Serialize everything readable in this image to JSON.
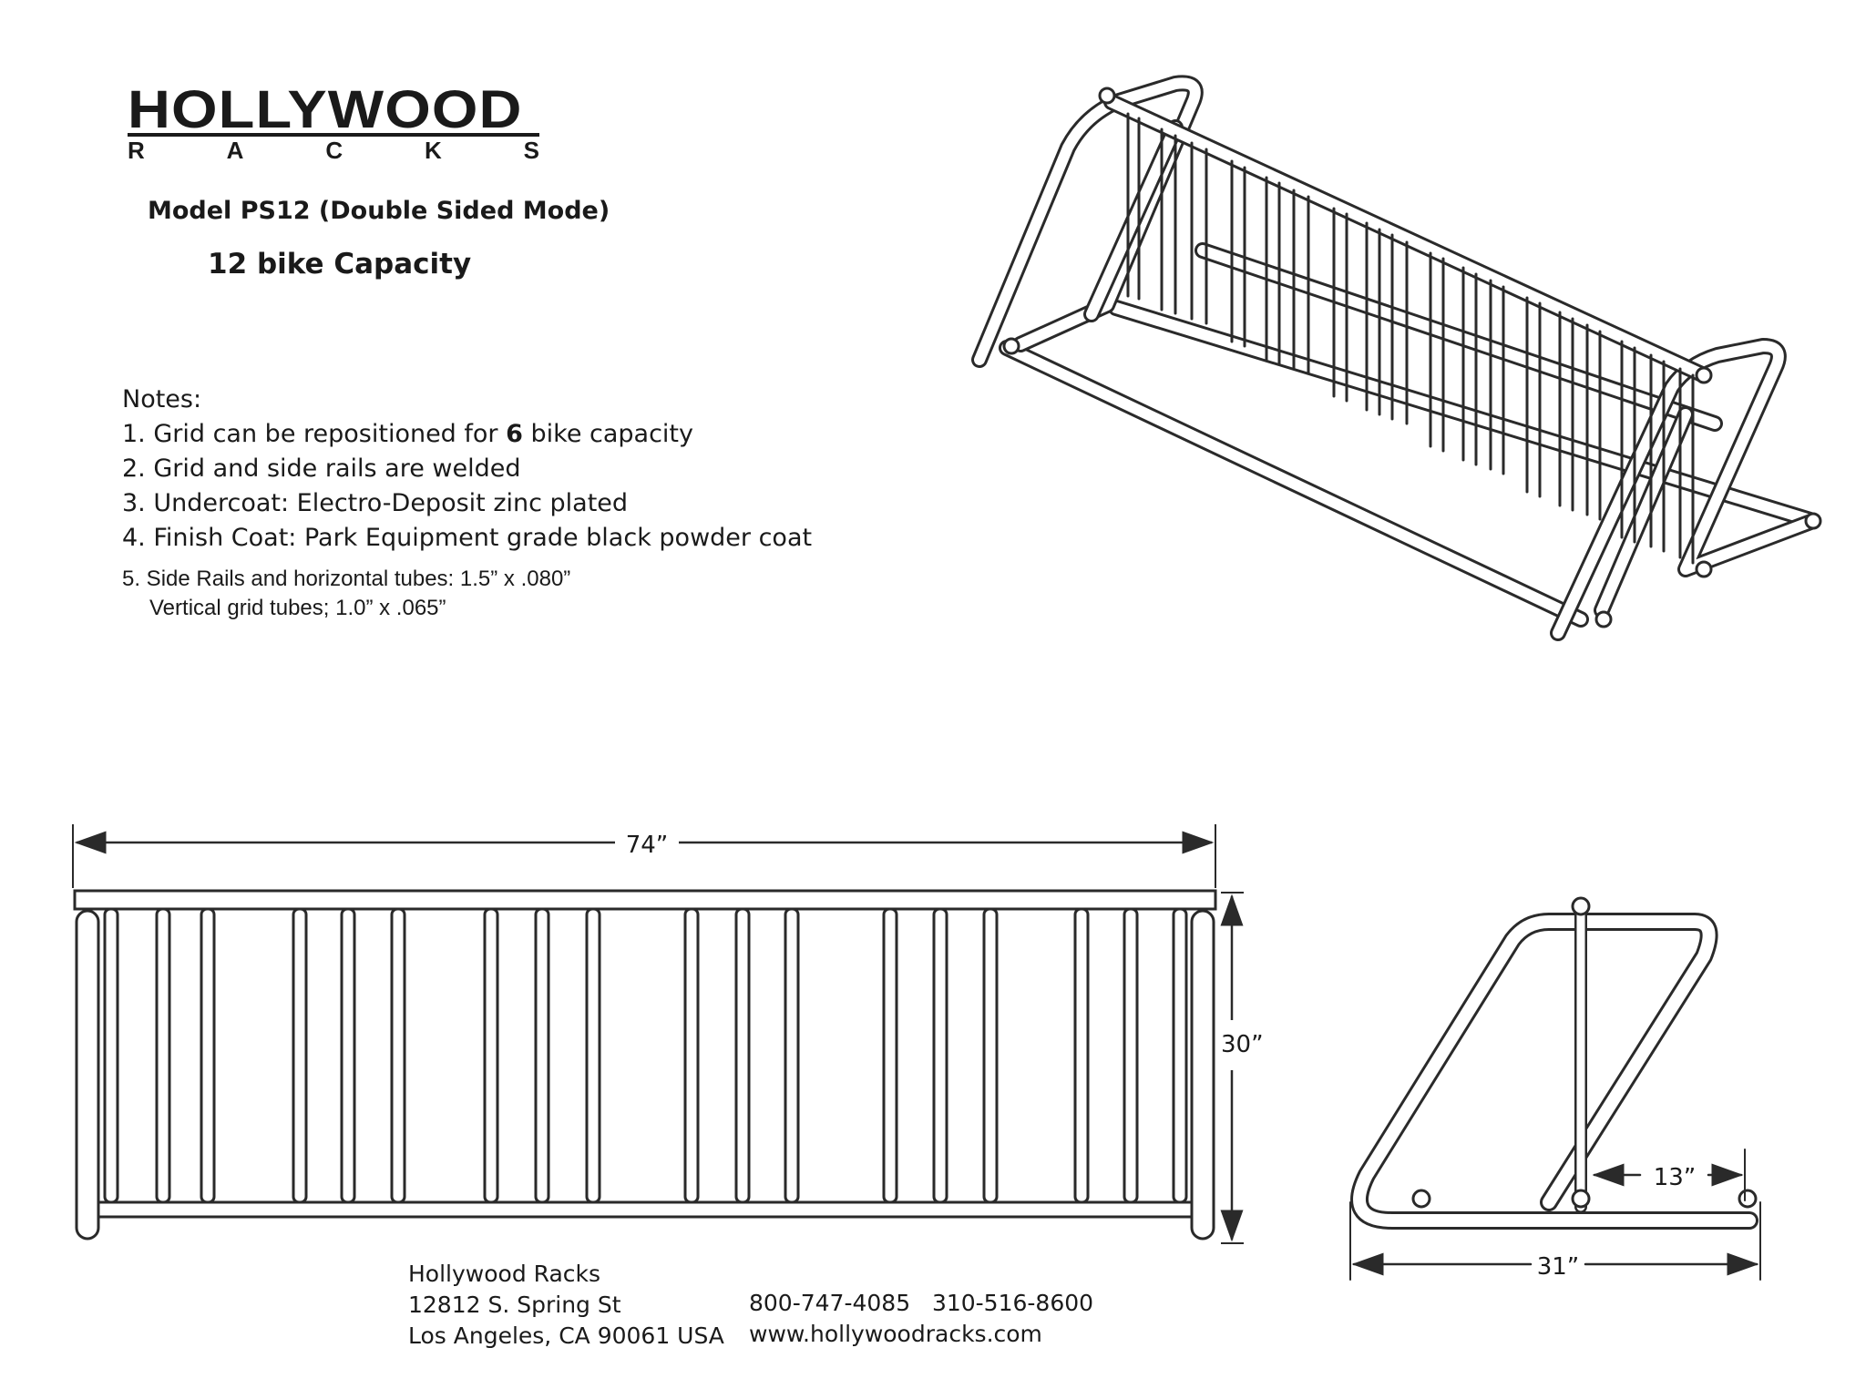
{
  "logo": {
    "title": "HOLLYWOOD",
    "subtitle": [
      "R",
      "A",
      "C",
      "K",
      "S"
    ]
  },
  "header": {
    "model": "Model PS12 (Double Sided Mode)",
    "capacity_num": "12",
    "capacity_text": "bike Capacity"
  },
  "notes": {
    "heading": "Notes:",
    "item1_prefix": "1. Grid can be repositioned for ",
    "item1_bold": "6",
    "item1_suffix": " bike capacity",
    "item2": "2. Grid and side rails are welded",
    "item3": "3. Undercoat: Electro-Deposit zinc plated",
    "item4": "4. Finish Coat: Park Equipment grade black powder coat",
    "item5_line1": "5. Side Rails and horizontal tubes: 1.5” x .080”",
    "item5_line2": "Vertical grid tubes; 1.0” x .065”"
  },
  "dimensions": {
    "width": "74”",
    "height": "30”",
    "depth": "31”",
    "offset": "13”"
  },
  "footer": {
    "company": "Hollywood Racks",
    "street": "12812 S. Spring St",
    "city": "Los Angeles, CA 90061 USA",
    "phones": "800-747-4085   310-516-8600",
    "website": "www.hollywoodracks.com"
  },
  "colors": {
    "line": "#2a2a2a",
    "background": "#ffffff"
  }
}
